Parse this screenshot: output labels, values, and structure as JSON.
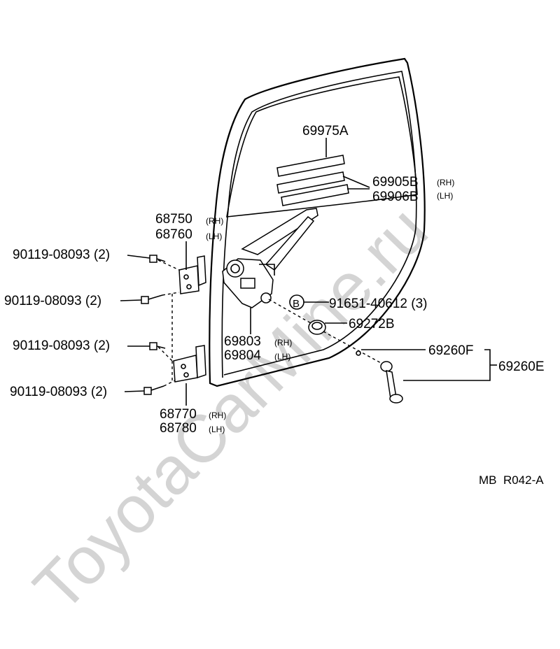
{
  "watermark": "ToyotaCarMine.ru",
  "labels": {
    "p69975A": "69975A",
    "p69905B": "69905B",
    "p69905B_side": "(RH)",
    "p69906B": "69906B",
    "p69906B_side": "(LH)",
    "p68750": "68750",
    "p68750_side": "(RH)",
    "p68760": "68760",
    "p68760_side": "(LH)",
    "bolt1": "90119-08093 (2)",
    "bolt2": "90119-08093 (2)",
    "bolt3": "90119-08093 (2)",
    "bolt4": "90119-08093 (2)",
    "b_marker": "B",
    "p91651": "91651-40612 (3)",
    "p69272B": "69272B",
    "p69803": "69803",
    "p69803_side": "(RH)",
    "p69804": "69804",
    "p69804_side": "(LH)",
    "p69260F": "69260F",
    "p69260E": "69260E",
    "p68770": "68770",
    "p68770_side": "(RH)",
    "p68780": "68780",
    "p68780_side": "(LH)",
    "ref_code": "MB  R042-A"
  }
}
